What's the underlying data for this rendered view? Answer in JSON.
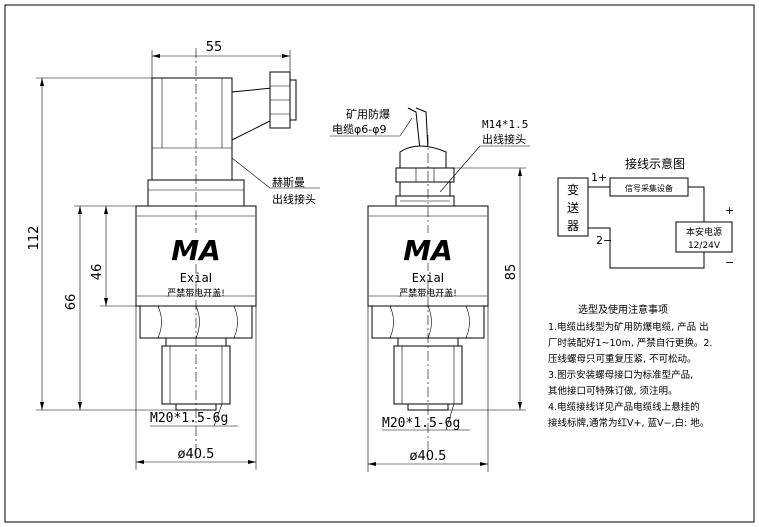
{
  "dims": {
    "width_top": "55",
    "height_total": "112",
    "height_66": "66",
    "height_46": "46",
    "height_85": "85",
    "dia_left": "ø40.5",
    "dia_right": "ø40.5"
  },
  "labels": {
    "left_logo": "MA",
    "left_exia": "ExiaⅠ",
    "left_warning": "严禁带电开盖!",
    "left_thread": "M20*1.5-6g",
    "left_connector_1": "赫斯曼",
    "left_connector_2": "出线接头",
    "right_logo": "MA",
    "right_exia": "ExiaⅠ",
    "right_warning": "严禁带电开盖!",
    "right_thread": "M20*1.5-6g",
    "cable_1": "矿用防爆",
    "cable_2": "电缆φ6-φ9",
    "gland_1": "M14*1.5",
    "gland_2": "出线接头"
  },
  "wiring": {
    "title": "接线示意图",
    "transmitter_1": "变",
    "transmitter_2": "送",
    "transmitter_3": "器",
    "collector": "信号采集设备",
    "power_1": "本安电源",
    "power_2": "12/24V",
    "plus_1": "1+",
    "minus_2": "2−",
    "plus": "+",
    "minus": "−"
  },
  "notes": {
    "title": "选型及使用注意事项",
    "line_1": "1.电缆出线型为矿用防爆电缆, 产品 出",
    "line_2": "厂时装配好1~10m, 严禁自行更换。2.",
    "line_3": "压线螺母只可重复压紧, 不可松动。",
    "line_4": "3.图示安装螺母接口为标准型产品,",
    "line_5": "其他接口可特殊订做, 须注明。",
    "line_6": "4.电缆接线详见产品电缆线上悬挂的",
    "line_7": "接线标牌,通常为红V+, 蓝V−,白: 地。"
  },
  "colors": {
    "stroke": "#000000",
    "background": "#ffffff"
  }
}
